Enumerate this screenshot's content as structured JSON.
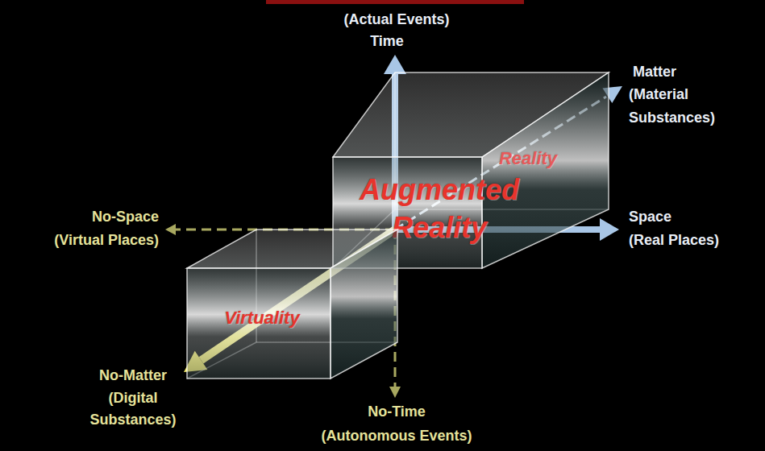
{
  "diagram": {
    "nodes": [
      {
        "text": [
          "Augmented Reality",
          "Reality"
        ]
      },
      {
        "text": [
          "Virtuality"
        ]
      }
    ],
    "labels": [
      "(Actual Events)",
      "Time",
      "Matter",
      "(Material Substances)",
      "Space",
      "(Real Places)",
      "No-Space",
      "(Virtual Places)",
      "No-Matter",
      "(Digital Substances)",
      "No-Time",
      "(Autonomous Events)"
    ]
  }
}
